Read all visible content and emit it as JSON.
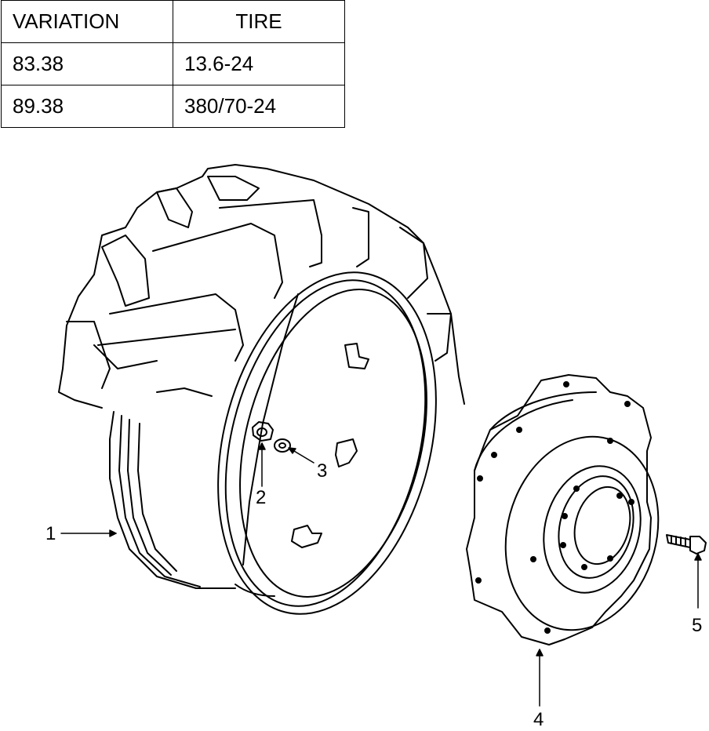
{
  "table": {
    "headers": [
      "VARIATION",
      "TIRE"
    ],
    "rows": [
      {
        "variation": "83.38",
        "tire": "13.6-24"
      },
      {
        "variation": "89.38",
        "tire": "380/70-24"
      }
    ]
  },
  "callouts": {
    "c1": "1",
    "c2": "2",
    "c3": "3",
    "c4": "4",
    "c5": "5"
  }
}
